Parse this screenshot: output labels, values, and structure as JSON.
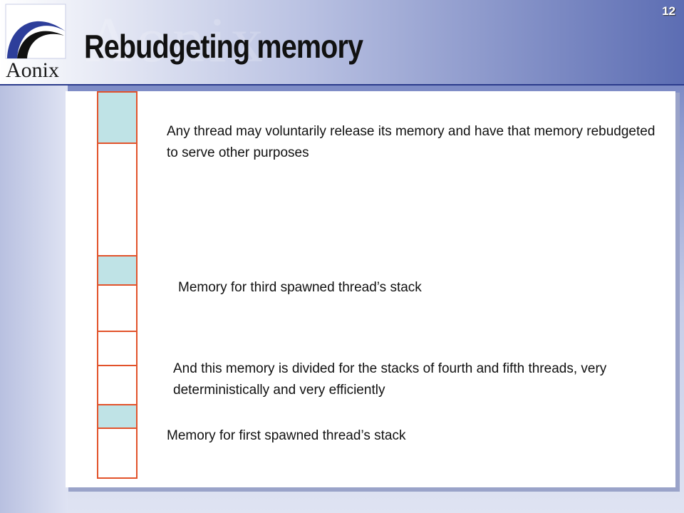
{
  "slide": {
    "title": "Rebudgeting memory",
    "page_number": "12",
    "logo_text": "Aonix",
    "watermark_text": "Aonix"
  },
  "colors": {
    "accent_border": "#e2522a",
    "used_memory": "#bfe3e6",
    "frame_blue": "#5a6bb0"
  },
  "memory_segments": [
    {
      "kind": "used"
    },
    {
      "kind": "free"
    },
    {
      "kind": "used"
    },
    {
      "kind": "free"
    },
    {
      "kind": "free"
    },
    {
      "kind": "free"
    },
    {
      "kind": "used"
    },
    {
      "kind": "free"
    }
  ],
  "captions": {
    "release": "Any thread may voluntarily release its memory and have that memory rebudgeted to serve other purposes",
    "third_stack": "Memory for third spawned thread’s stack",
    "divided": "And this memory is divided for the stacks of fourth and fifth threads, very deterministically and very efficiently",
    "first_stack": "Memory for first spawned thread’s stack"
  }
}
